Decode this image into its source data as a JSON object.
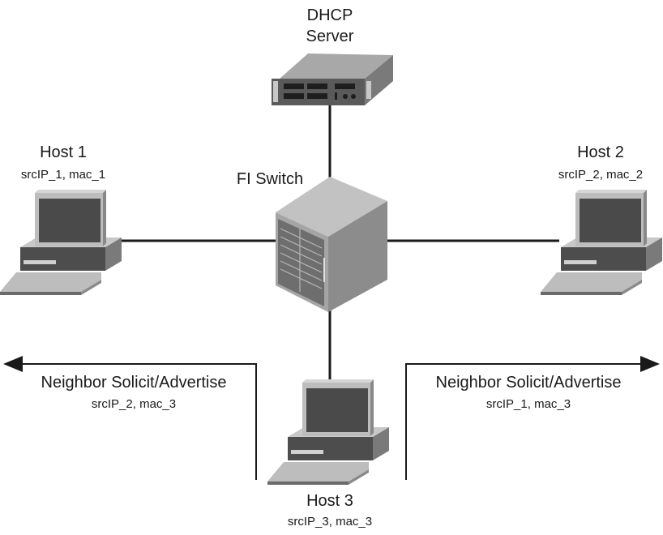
{
  "server": {
    "line1": "DHCP",
    "line2": "Server"
  },
  "switch": {
    "label": "FI Switch"
  },
  "host1": {
    "name": "Host 1",
    "addr": "srcIP_1, mac_1"
  },
  "host2": {
    "name": "Host 2",
    "addr": "srcIP_2, mac_2"
  },
  "host3": {
    "name": "Host 3",
    "addr": "srcIP_3, mac_3"
  },
  "left_message": {
    "title": "Neighbor Solicit/Advertise",
    "addr": "srcIP_2, mac_3",
    "direction": "left"
  },
  "right_message": {
    "title": "Neighbor Solicit/Advertise",
    "addr": "srcIP_1, mac_3",
    "direction": "right"
  },
  "colors": {
    "line": "#1a1a1a",
    "device_light": "#b9b9b9",
    "device_mid": "#8a8a8a",
    "device_dark": "#4a4a4a"
  }
}
